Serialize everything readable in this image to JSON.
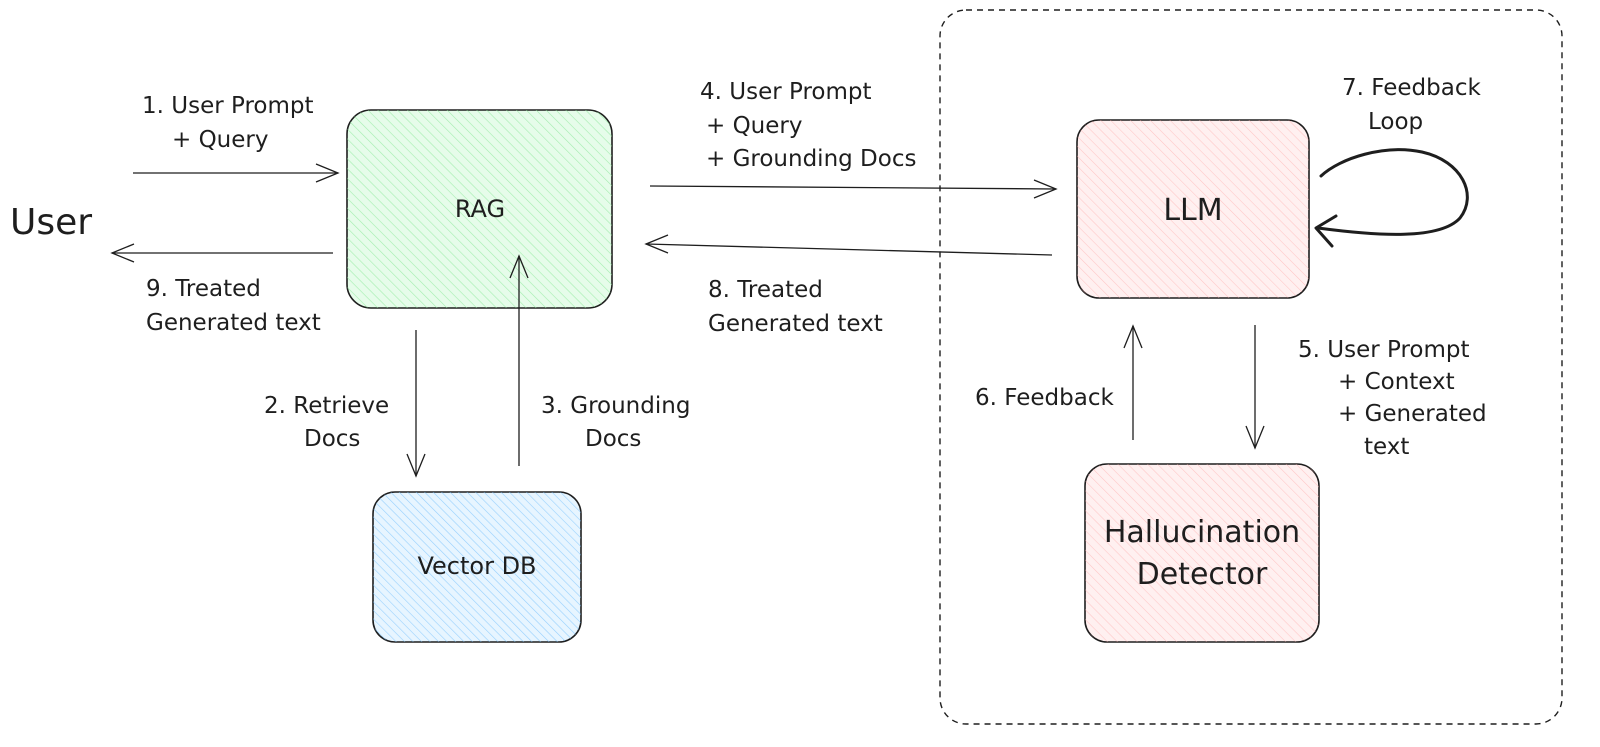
{
  "actor": {
    "label": "User"
  },
  "nodes": {
    "rag": {
      "label": "RAG",
      "fill": "#d3f9d8",
      "hatch": "#8ce99a"
    },
    "vector_db": {
      "label": "Vector DB",
      "fill": "#d0ebff",
      "hatch": "#74c0fc"
    },
    "llm": {
      "label": "LLM",
      "fill": "#ffe3e3",
      "hatch": "#ffa8a8"
    },
    "detector": {
      "label_line1": "Hallucination",
      "label_line2": "Detector",
      "fill": "#ffe3e3",
      "hatch": "#ffa8a8"
    }
  },
  "edges": {
    "e1": {
      "line1": "1. User Prompt",
      "line2": "+ Query"
    },
    "e2": {
      "line1": "2. Retrieve",
      "line2": "Docs"
    },
    "e3": {
      "line1": "3. Grounding",
      "line2": "Docs"
    },
    "e4": {
      "line1": "4. User Prompt",
      "line2": "+ Query",
      "line3": "+ Grounding Docs"
    },
    "e5": {
      "line1": "5. User Prompt",
      "line2": "+ Context",
      "line3": "+ Generated",
      "line4": "text"
    },
    "e6": {
      "line1": "6. Feedback"
    },
    "e7": {
      "line1": "7. Feedback",
      "line2": "Loop"
    },
    "e8": {
      "line1": "8. Treated",
      "line2": "Generated text"
    },
    "e9": {
      "line1": "9. Treated",
      "line2": "Generated text"
    }
  }
}
